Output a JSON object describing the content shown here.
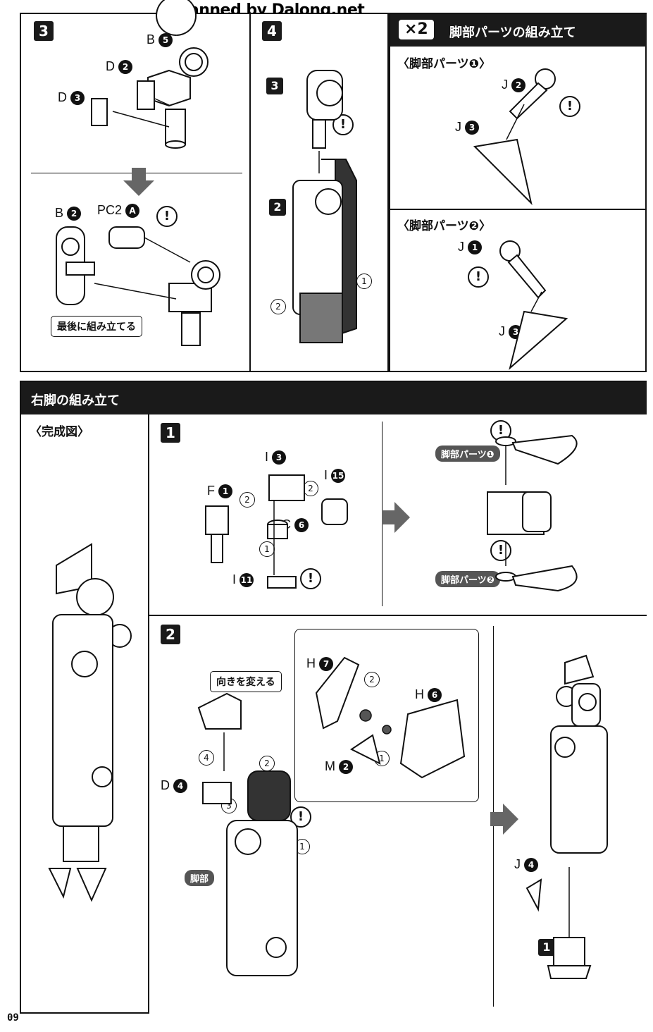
{
  "watermark": "Scanned by Dalong.net",
  "page_number": "09",
  "steps_top": {
    "step3": {
      "num": "3",
      "labels": {
        "b5_letter": "B",
        "b5_num": "5",
        "d2_letter": "D",
        "d2_num": "2",
        "d3_letter": "D",
        "d3_num": "3",
        "b2_letter": "B",
        "b2_num": "2",
        "pc2_letter": "PC2",
        "pc2_num": "A"
      },
      "callout": "最後に組み立てる",
      "alert": "!"
    },
    "step4": {
      "num": "4",
      "sub3": "3",
      "sub2": "2",
      "rot1": "1",
      "rot2": "2",
      "alert": "!"
    }
  },
  "x2_section": {
    "badge": "×2",
    "title": "脚部パーツの組み立て",
    "part1": {
      "title": "〈脚部パーツ❶〉",
      "j2_letter": "J",
      "j2_num": "2",
      "j3_letter": "J",
      "j3_num": "3",
      "alert": "!"
    },
    "part2": {
      "title": "〈脚部パーツ❷〉",
      "j1_letter": "J",
      "j1_num": "1",
      "j3_letter": "J",
      "j3_num": "3",
      "alert": "!"
    }
  },
  "right_leg": {
    "header": "右脚の組み立て",
    "complete_title": "〈完成図〉",
    "step1": {
      "num": "1",
      "i3_letter": "I",
      "i3_num": "3",
      "f1_letter": "F",
      "f1_num": "1",
      "i15_letter": "I",
      "i15_num": "15",
      "c6_letter": "C",
      "c6_num": "6",
      "i11_letter": "I",
      "i11_num": "11",
      "ord1": "1",
      "ord2a": "2",
      "ord2b": "2",
      "alert": "!",
      "tag1": "脚部パーツ❶",
      "tag2": "脚部パーツ❷"
    },
    "step2": {
      "num": "2",
      "callout": "向きを変える",
      "d4_letter": "D",
      "d4_num": "4",
      "h7_letter": "H",
      "h7_num": "7",
      "h6_letter": "H",
      "h6_num": "6",
      "m2_letter": "M",
      "m2_num": "2",
      "j4_letter": "J",
      "j4_num": "4",
      "leg_tag": "脚部",
      "ord1": "1",
      "ord2": "2",
      "ord3": "3",
      "ord4": "4",
      "inner1": "1",
      "inner2": "2",
      "alert": "!",
      "sub1": "1"
    }
  }
}
